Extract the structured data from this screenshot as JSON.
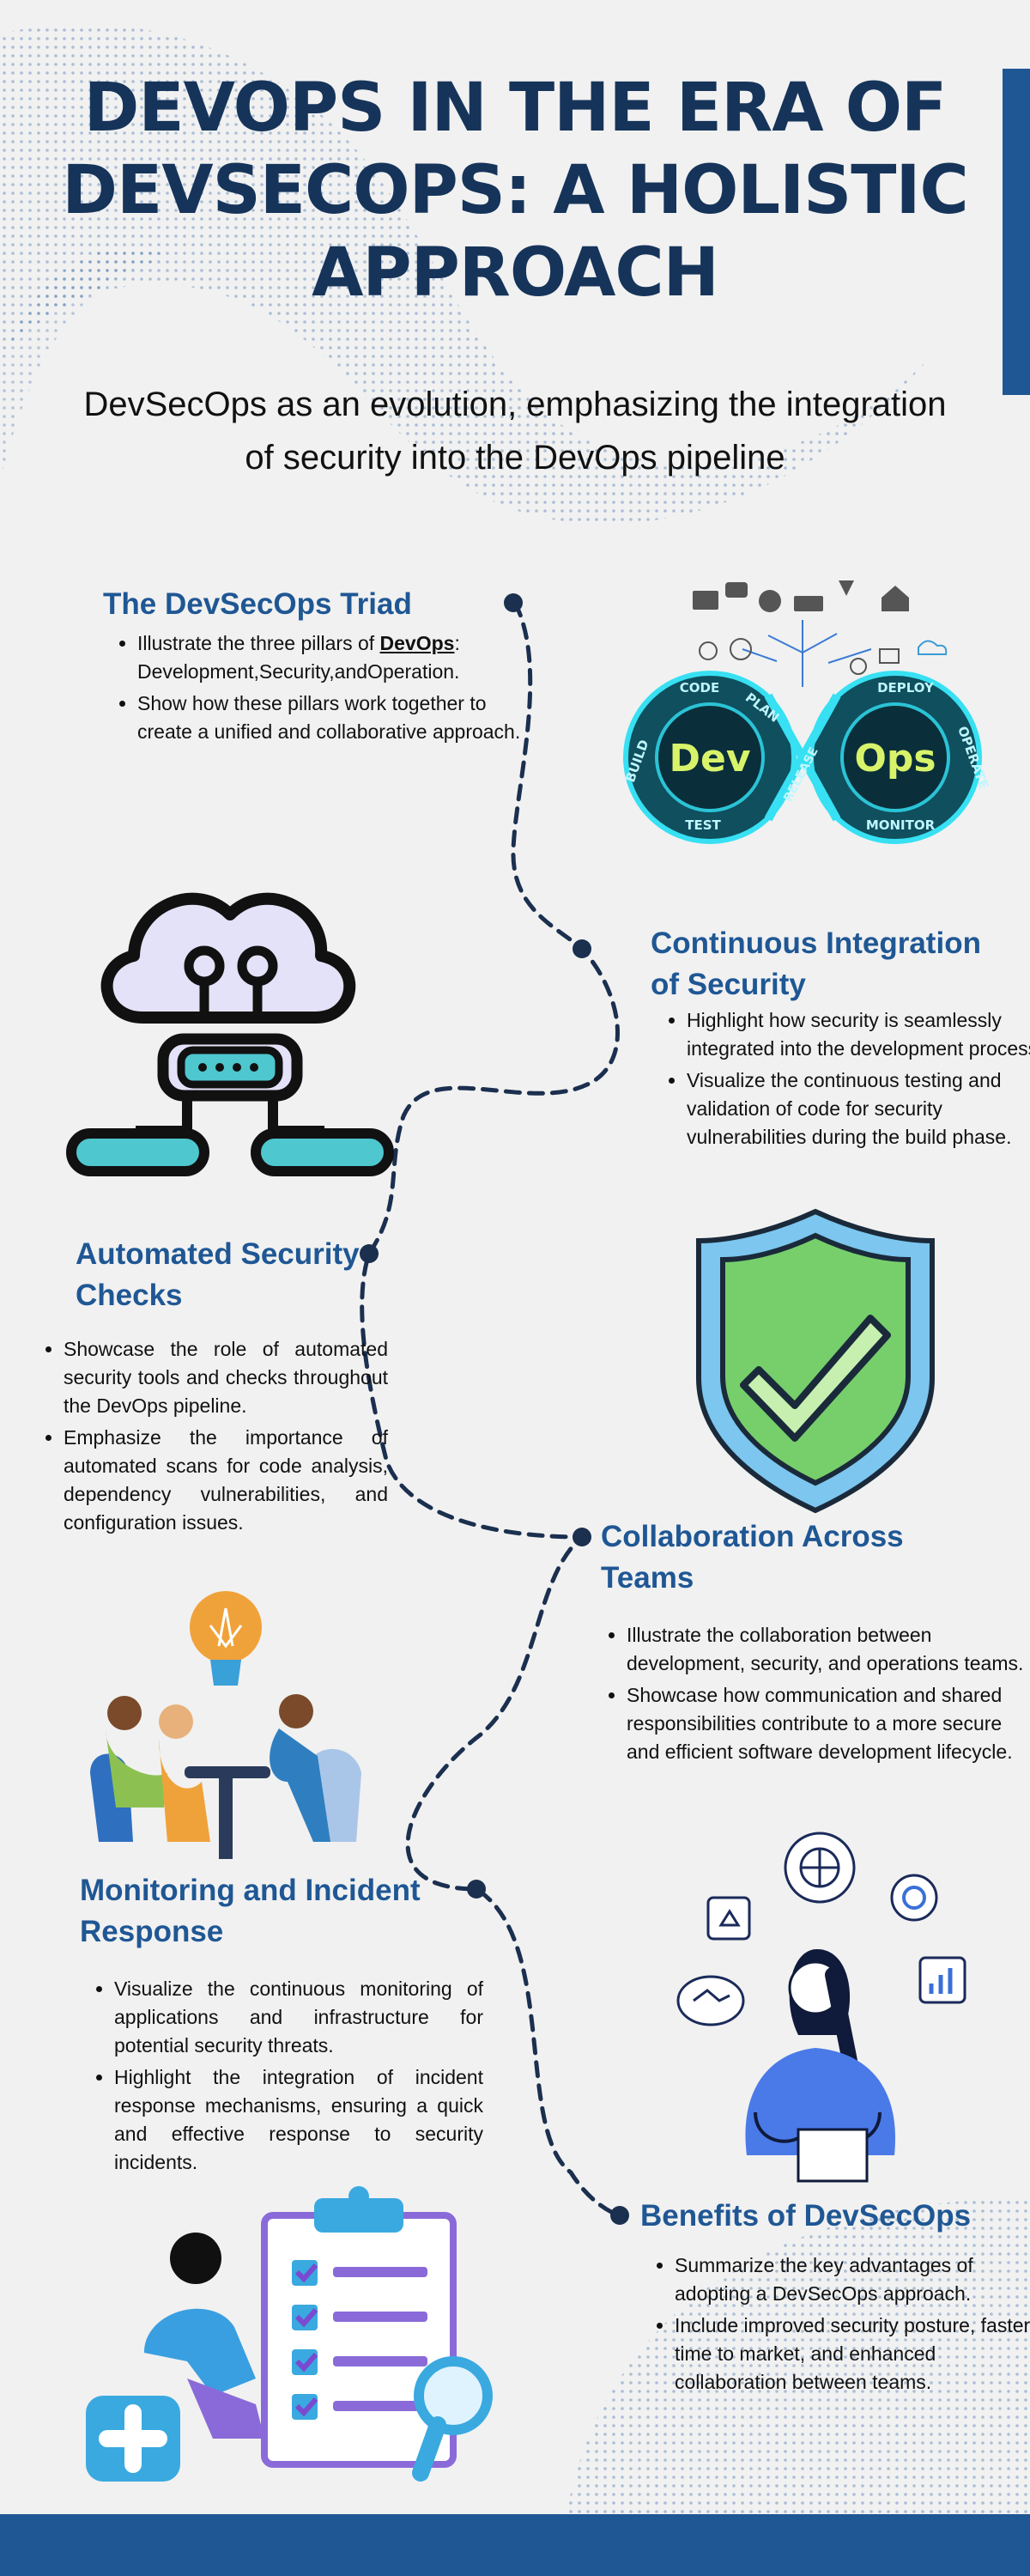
{
  "title": "DEVOPS IN THE ERA OF DEVSECOPS: A HOLISTIC APPROACH",
  "subtitle": "DevSecOps as an evolution, emphasizing the integration of security into the DevOps pipeline",
  "colors": {
    "brand": "#1f5794",
    "title": "#16345a",
    "background": "#f1f1f1",
    "connector": "#1b2f4f"
  },
  "devops_diagram": {
    "left_label": "Dev",
    "right_label": "Ops",
    "stages": [
      "CODE",
      "PLAN",
      "BUILD",
      "TEST",
      "RELEASE",
      "DEPLOY",
      "OPERATE",
      "MONITOR"
    ]
  },
  "sections": {
    "triad": {
      "title": "The DevSecOps Triad",
      "item1_pre": "Illustrate the three pillars of ",
      "item1_term": "DevOps",
      "item1_post": ": Development,Security,andOperation.",
      "item2": "Show how these pillars work together to create a unified and collaborative approach."
    },
    "ci": {
      "title": "Continuous Integration of Security",
      "items": [
        "Highlight how security is seamlessly integrated into the development process.",
        "Visualize the continuous testing and validation of code for security vulnerabilities during the build phase."
      ]
    },
    "automated": {
      "title": "Automated Security Checks",
      "items": [
        "Showcase the role of automated security tools and checks throughout the DevOps pipeline.",
        "Emphasize the importance of automated scans for code analysis, dependency vulnerabilities, and configuration issues."
      ]
    },
    "collaboration": {
      "title": "Collaboration Across Teams",
      "items": [
        "Illustrate the collaboration between development, security, and operations teams.",
        "Showcase how communication and shared responsibilities contribute to a more secure and efficient software development lifecycle."
      ]
    },
    "monitoring": {
      "title": "Monitoring and Incident Response",
      "items": [
        "Visualize the continuous monitoring of applications and infrastructure for potential security threats.",
        "Highlight the integration of incident response mechanisms, ensuring a quick and effective response to security incidents."
      ]
    },
    "benefits": {
      "title": "Benefits of DevSecOps",
      "items": [
        "Summarize the key advantages of adopting a DevSecOps approach.",
        "Include improved security posture, faster time to market, and enhanced collaboration between teams."
      ]
    }
  },
  "icons": {
    "cloud_robot": "cloud-robot-icon",
    "shield_check": "shield-check-icon",
    "team_meeting": "team-meeting-icon",
    "woman_ideas": "woman-ideas-icon",
    "clipboard_checklist": "clipboard-checklist-icon"
  }
}
